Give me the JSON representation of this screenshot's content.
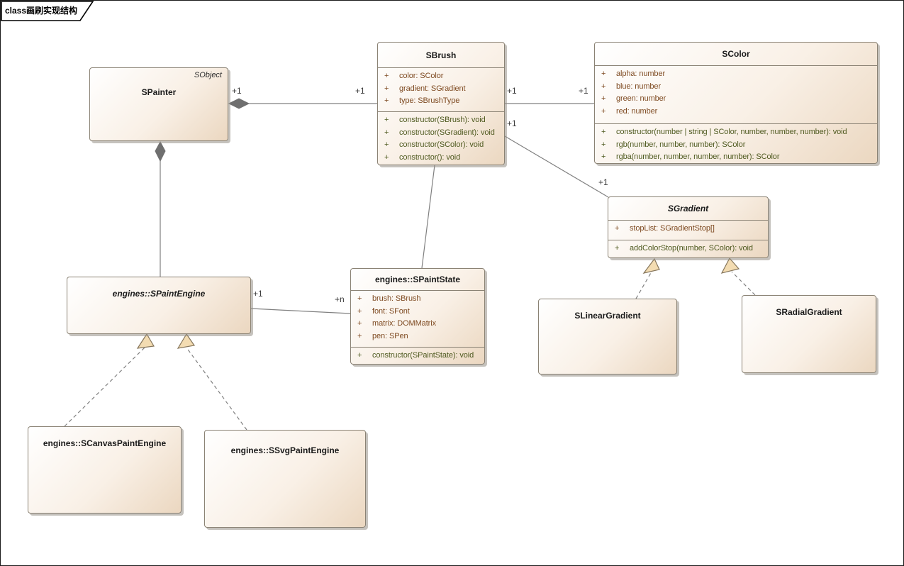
{
  "frame": {
    "keyword": "class",
    "title": "画刷实现结构"
  },
  "symbols": {
    "plus": "+"
  },
  "colors": {
    "attr_text": "#7e4a21",
    "op_text": "#4f5a20",
    "box_border": "#8a8274",
    "box_fill_start": "#ffffff",
    "box_fill_end": "#ebd7c0",
    "line": "#808080",
    "diamond_fill": "#6f6f6f",
    "triangle_fill": "#f3dcb2",
    "label_text": "#3a3a3a"
  },
  "classes": {
    "spainter": {
      "name": "SPainter",
      "corner": "SObject"
    },
    "sbrush": {
      "name": "SBrush",
      "attrs": [
        "color: SColor",
        "gradient: SGradient",
        "type: SBrushType"
      ],
      "ops": [
        "constructor(SBrush): void",
        "constructor(SGradient): void",
        "constructor(SColor): void",
        "constructor(): void"
      ]
    },
    "scolor": {
      "name": "SColor",
      "attrs": [
        "alpha: number",
        "blue: number",
        "green: number",
        "red: number"
      ],
      "ops": [
        "constructor(number | string | SColor, number, number, number): void",
        "rgb(number, number, number): SColor",
        "rgba(number, number, number, number): SColor"
      ]
    },
    "sgradient": {
      "name": "SGradient",
      "attrs": [
        "stopList: SGradientStop[]"
      ],
      "ops": [
        "addColorStop(number, SColor): void"
      ]
    },
    "spaintstate": {
      "name": "engines::SPaintState",
      "attrs": [
        "brush: SBrush",
        "font: SFont",
        "matrix: DOMMatrix",
        "pen: SPen"
      ],
      "ops": [
        "constructor(SPaintState): void"
      ]
    },
    "spaintengine": {
      "name": "engines::SPaintEngine"
    },
    "slineargradient": {
      "name": "SLinearGradient"
    },
    "sradialgradient": {
      "name": "SRadialGradient"
    },
    "scanvaspaintengine": {
      "name": "engines::SCanvasPaintEngine"
    },
    "ssvgpaintengine": {
      "name": "engines::SSvgPaintEngine"
    }
  },
  "multiplicities": {
    "painter_to_brush_src": "+1",
    "painter_to_brush_dst": "+1",
    "brush_to_color_src": "+1",
    "brush_to_color_dst": "+1",
    "brush_to_gradient_src": "+1",
    "brush_to_gradient_dst": "+1",
    "engine_to_state_src": "+1",
    "engine_to_state_dst": "+n"
  }
}
